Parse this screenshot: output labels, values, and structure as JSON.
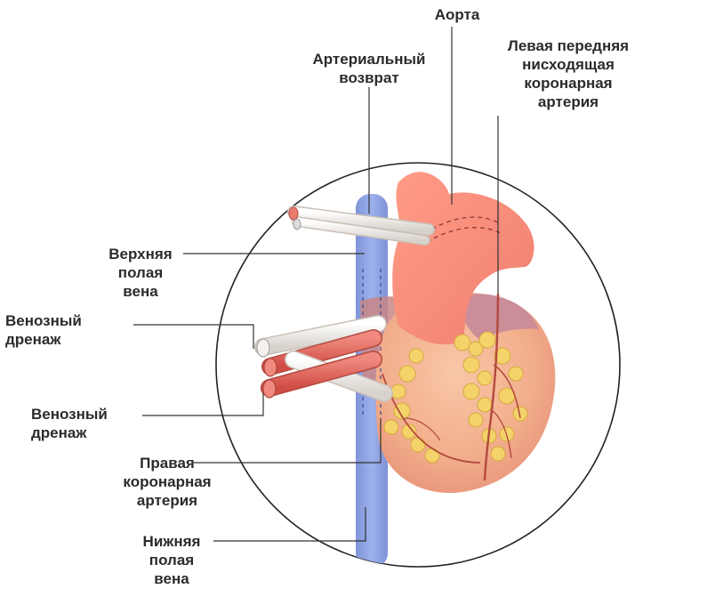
{
  "labels": {
    "aorta": "Аорта",
    "lad": "Левая передняя\nнисходящая\nкоронарная\nартерия",
    "arterial_return": "Артериальный\nвозврат",
    "svc": "Верхняя\nполая\nвена",
    "venous_drainage_1": "Венозный\nдренаж",
    "venous_drainage_2": "Венозный\nдренаж",
    "rca": "Правая\nкоронарная\nартерия",
    "ivc": "Нижняя\nполая\nвена"
  },
  "colors": {
    "heart": "#f3b08f",
    "heart_dark": "#e6897a",
    "vena_cava": "#8fa4e0",
    "fat": "#f4d36a",
    "cannula_red": "#e05a4f",
    "cannula_white": "#ece9e4",
    "lines": "#333333"
  }
}
